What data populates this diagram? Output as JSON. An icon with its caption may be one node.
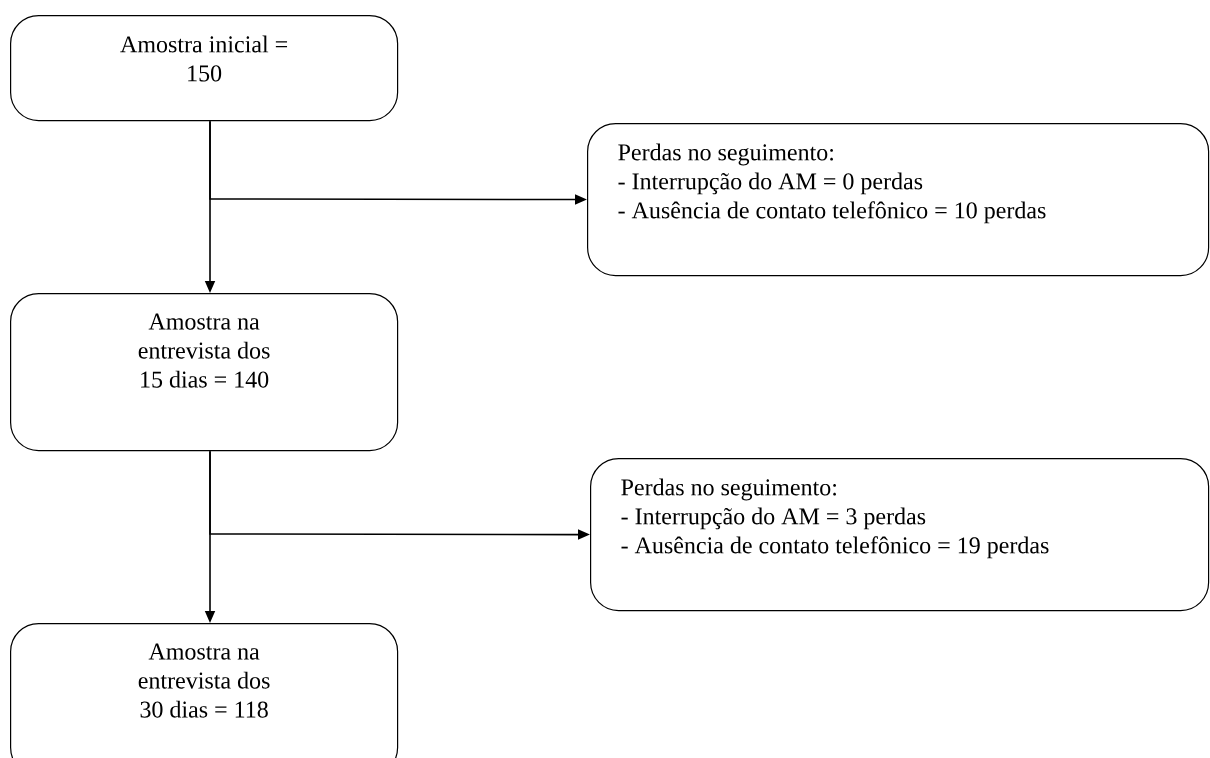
{
  "diagram": {
    "nodes": [
      {
        "text": [
          "Amostra inicial = 150"
        ]
      },
      {
        "text": [
          "Perdas no seguimento:",
          "- Interrupção do AM = 0 perdas",
          "- Ausência de contato telefônico = 10 perdas"
        ]
      },
      {
        "text": [
          "Amostra na entrevista dos 15 dias = 140"
        ]
      },
      {
        "text": [
          "Perdas no seguimento:",
          "- Interrupção do AM = 3 perdas",
          "- Ausência de contato telefônico = 19 perdas"
        ]
      },
      {
        "text": [
          "Amostra na entrevista dos 30 dias = 118"
        ]
      }
    ],
    "edges": [
      {
        "from": 0,
        "to": 2,
        "arrow": "to"
      },
      {
        "from": 0,
        "to": 1,
        "arrow": "to"
      },
      {
        "from": 2,
        "to": 4,
        "arrow": "to"
      },
      {
        "from": 2,
        "to": 3,
        "arrow": "to"
      }
    ]
  }
}
